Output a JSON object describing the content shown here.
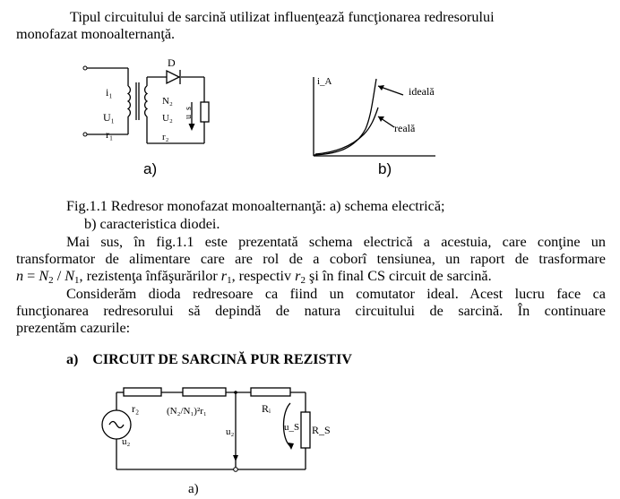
{
  "intro": {
    "line1": "Tipul circuitului de sarcină utilizat influenţează funcţionarea redresorului",
    "line2": "monofazat monoalternanţă."
  },
  "fig_top": {
    "a_labels": {
      "diode": "D",
      "i1": "i₁",
      "u1": "U₁",
      "r1": "r₁",
      "n2": "N₂",
      "u2": "U₂",
      "r2": "r₂",
      "us": "u_s",
      "panel": "a)"
    },
    "b_labels": {
      "ia": "i_A",
      "ideal": "ideală",
      "real": "reală",
      "panel": "b)"
    }
  },
  "caption": {
    "line1": "Fig.1.1 Redresor monofazat monoalternanţă: a) schema electrică;",
    "line2": "b) caracteristica diodei."
  },
  "para1": {
    "line1": "Mai sus, în fig.1.1 este prezentată schema electrică a acestuia, care conţine un",
    "line2": "transformator de alimentare care are rol de a coborî tensiunea, un raport de trasformare",
    "line3_a": "n",
    "line3_b": " = ",
    "line3_c": "N",
    "line3_d": "2",
    "line3_e": " / ",
    "line3_f": "N",
    "line3_g": "1",
    "line3_h": ", rezistenţa înfăşurărilor ",
    "line3_i": "r",
    "line3_j": "1",
    "line3_k": ", respectiv ",
    "line3_l": "r",
    "line3_m": "2",
    "line3_n": " şi în final CS circuit de sarcină."
  },
  "para2": {
    "line1": "Considerăm dioda redresoare ca fiind un comutator ideal. Acest lucru face ca",
    "line2": "funcţionarea redresorului să depindă de natura circuitului de sarcină. În continuare",
    "line3": "prezentăm cazurile:"
  },
  "section": {
    "marker": "a)",
    "title": "CIRCUIT DE SARCINĂ PUR REZISTIV"
  },
  "fig_bottom": {
    "r2": "r₂",
    "rn": "(N₂/N₁)²r₁",
    "ri": "Rᵢ",
    "u2_left": "u₂",
    "u2_mid": "u₂",
    "us": "u_S",
    "rs": "R_S",
    "panel": "a)"
  }
}
